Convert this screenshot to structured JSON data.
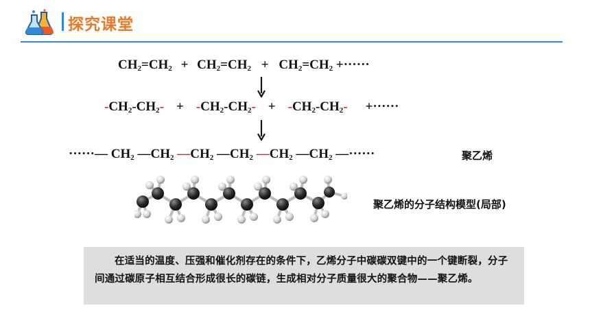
{
  "header": {
    "title": "探究课堂",
    "logo_icon": "flask-icon",
    "accent_color": "#2e8ad8",
    "title_color": "#e87a2c"
  },
  "equations": {
    "line1": {
      "m1": "CH",
      "s1": "2",
      "m2": "=CH",
      "s2": "2",
      "plus1": " + ",
      "m3": "CH",
      "s3": "2",
      "m4": "=CH",
      "s4": "2",
      "plus2": " + ",
      "m5": "CH",
      "s5": "2",
      "m6": "=CH",
      "s6": "2",
      "tail": " +······"
    },
    "line2": {
      "d1": "-",
      "a1": "CH",
      "a1s": "2",
      "a2": "-CH",
      "a2s": "2",
      "d2": "-",
      "plus1": "+",
      "d3": "-",
      "b1": "CH",
      "b1s": "2",
      "b2": "-CH",
      "b2s": "2",
      "d4": "-",
      "plus2": "+",
      "d5": "-",
      "c1": "CH",
      "c1s": "2",
      "c2": "-CH",
      "c2s": "2",
      "d6": "-",
      "tail": "+······"
    },
    "line3": {
      "lead": "······— ",
      "u1": "CH",
      "u1s": "2",
      "dash1": " —",
      "u2": "CH",
      "u2s": "2",
      "dash2": " —",
      "u3": "CH",
      "u3s": "2",
      "dash3": " —",
      "u4": "CH",
      "u4s": "2",
      "dash4": " —",
      "u5": "CH",
      "u5s": "2",
      "dash5": " —",
      "u6": "CH",
      "u6s": "2",
      "tail": " —······",
      "red_color": "#e02424"
    },
    "product_label": "聚乙烯"
  },
  "model": {
    "caption": "聚乙烯的分子结构模型(局部)"
  },
  "description": {
    "text": "在适当的温度、压强和催化剂存在的条件下，乙烯分子中碳碳双键中的一个键断裂，分子间通过碳原子相互结合形成很长的碳链，生成相对分子质量很大的聚合物——聚乙烯。"
  }
}
